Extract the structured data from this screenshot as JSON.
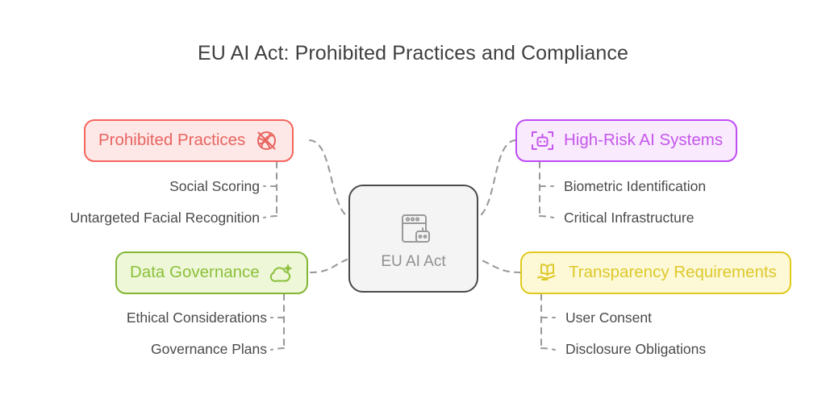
{
  "title": "EU AI Act: Prohibited Practices and Compliance",
  "center": {
    "label": "EU AI Act",
    "icon": "browser-robot-icon",
    "fill": "#f4f4f4",
    "stroke": "#4a4a4a",
    "text_color": "#8f8f8f"
  },
  "branches": [
    {
      "id": "prohibited",
      "label": "Prohibited Practices",
      "icon": "prohibited-icon",
      "icon_side": "right",
      "fill": "#fde8e7",
      "stroke": "#f4655d",
      "text_color": "#e8645f",
      "position": "top-left",
      "children": [
        "Social Scoring",
        "Untargeted Facial Recognition"
      ]
    },
    {
      "id": "highrisk",
      "label": "High-Risk AI Systems",
      "icon": "scan-robot-icon",
      "icon_side": "left",
      "fill": "#f9eafd",
      "stroke": "#c04cf5",
      "text_color": "#c556ec",
      "position": "top-right",
      "children": [
        "Biometric Identification",
        "Critical Infrastructure"
      ]
    },
    {
      "id": "governance",
      "label": "Data Governance",
      "icon": "cloud-sparkle-icon",
      "icon_side": "right",
      "fill": "#eef7d8",
      "stroke": "#84b634",
      "text_color": "#8cc03a",
      "position": "bottom-left",
      "children": [
        "Ethical Considerations",
        "Governance Plans"
      ]
    },
    {
      "id": "transparency",
      "label": "Transparency Requirements",
      "icon": "book-hand-icon",
      "icon_side": "left",
      "fill": "#fdf8d6",
      "stroke": "#e0cb1c",
      "text_color": "#ddc92b",
      "position": "bottom-right",
      "children": [
        "User Consent",
        "Disclosure Obligations"
      ]
    }
  ],
  "leaves": {
    "prohibited_0": "Social Scoring",
    "prohibited_1": "Untargeted Facial Recognition",
    "highrisk_0": "Biometric Identification",
    "highrisk_1": "Critical Infrastructure",
    "governance_0": "Ethical Considerations",
    "governance_1": "Governance Plans",
    "transparency_0": "User Consent",
    "transparency_1": "Disclosure Obligations"
  },
  "connector": {
    "color": "#9a9a9a",
    "style": "dashed"
  },
  "background": "#ffffff"
}
